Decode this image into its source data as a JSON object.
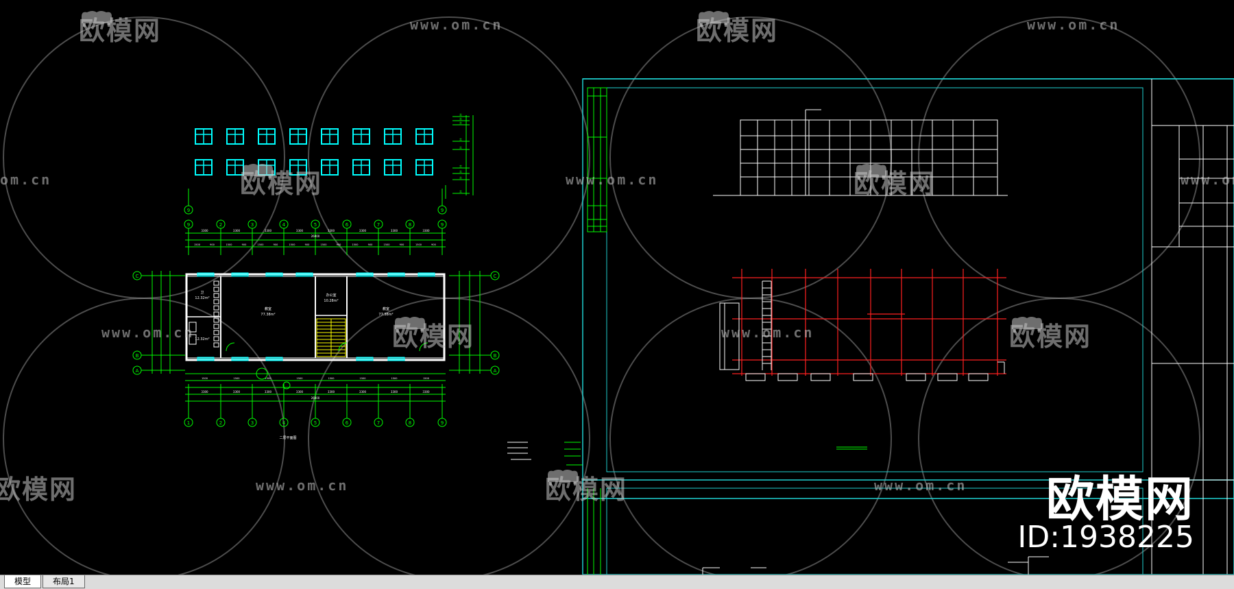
{
  "watermark": {
    "brand": "欧模网",
    "url": "www.om.cn",
    "url_fragment": "om.cn",
    "brand_fragment": "欧模网"
  },
  "corner_brand": {
    "name": "欧模网",
    "id": "ID:1938225"
  },
  "tabs": [
    {
      "label": "模型",
      "active": true
    },
    {
      "label": "布局1",
      "active": false
    }
  ],
  "drawing": {
    "axes_top": [
      "9",
      "2",
      "3",
      "4",
      "5",
      "6",
      "7",
      "8",
      "9"
    ],
    "axes_bottom": [
      "1",
      "2",
      "3",
      "4",
      "5",
      "6",
      "7",
      "8",
      "9"
    ],
    "axes_left": [
      "C",
      "B",
      "A"
    ],
    "axes_right": [
      "C",
      "B",
      "A"
    ],
    "rooms": [
      {
        "name": "教室",
        "area": "77.38m²"
      },
      {
        "name": "办公室",
        "area": "10.28m²"
      },
      {
        "name": "教室",
        "area": "77.38m²"
      },
      {
        "name": "卫",
        "area": "12.32m²"
      },
      {
        "name": "",
        "area": "12.32m²"
      }
    ],
    "dimension_total": "26000",
    "plan_title": "二层平面图"
  },
  "colors": {
    "background": "#000000",
    "axis_green": "#00ff00",
    "window_cyan": "#00ffff",
    "frame_cyan": "#1fd0d0",
    "red": "#ff2020",
    "white": "#ffffff",
    "yellow": "#ffff00"
  }
}
